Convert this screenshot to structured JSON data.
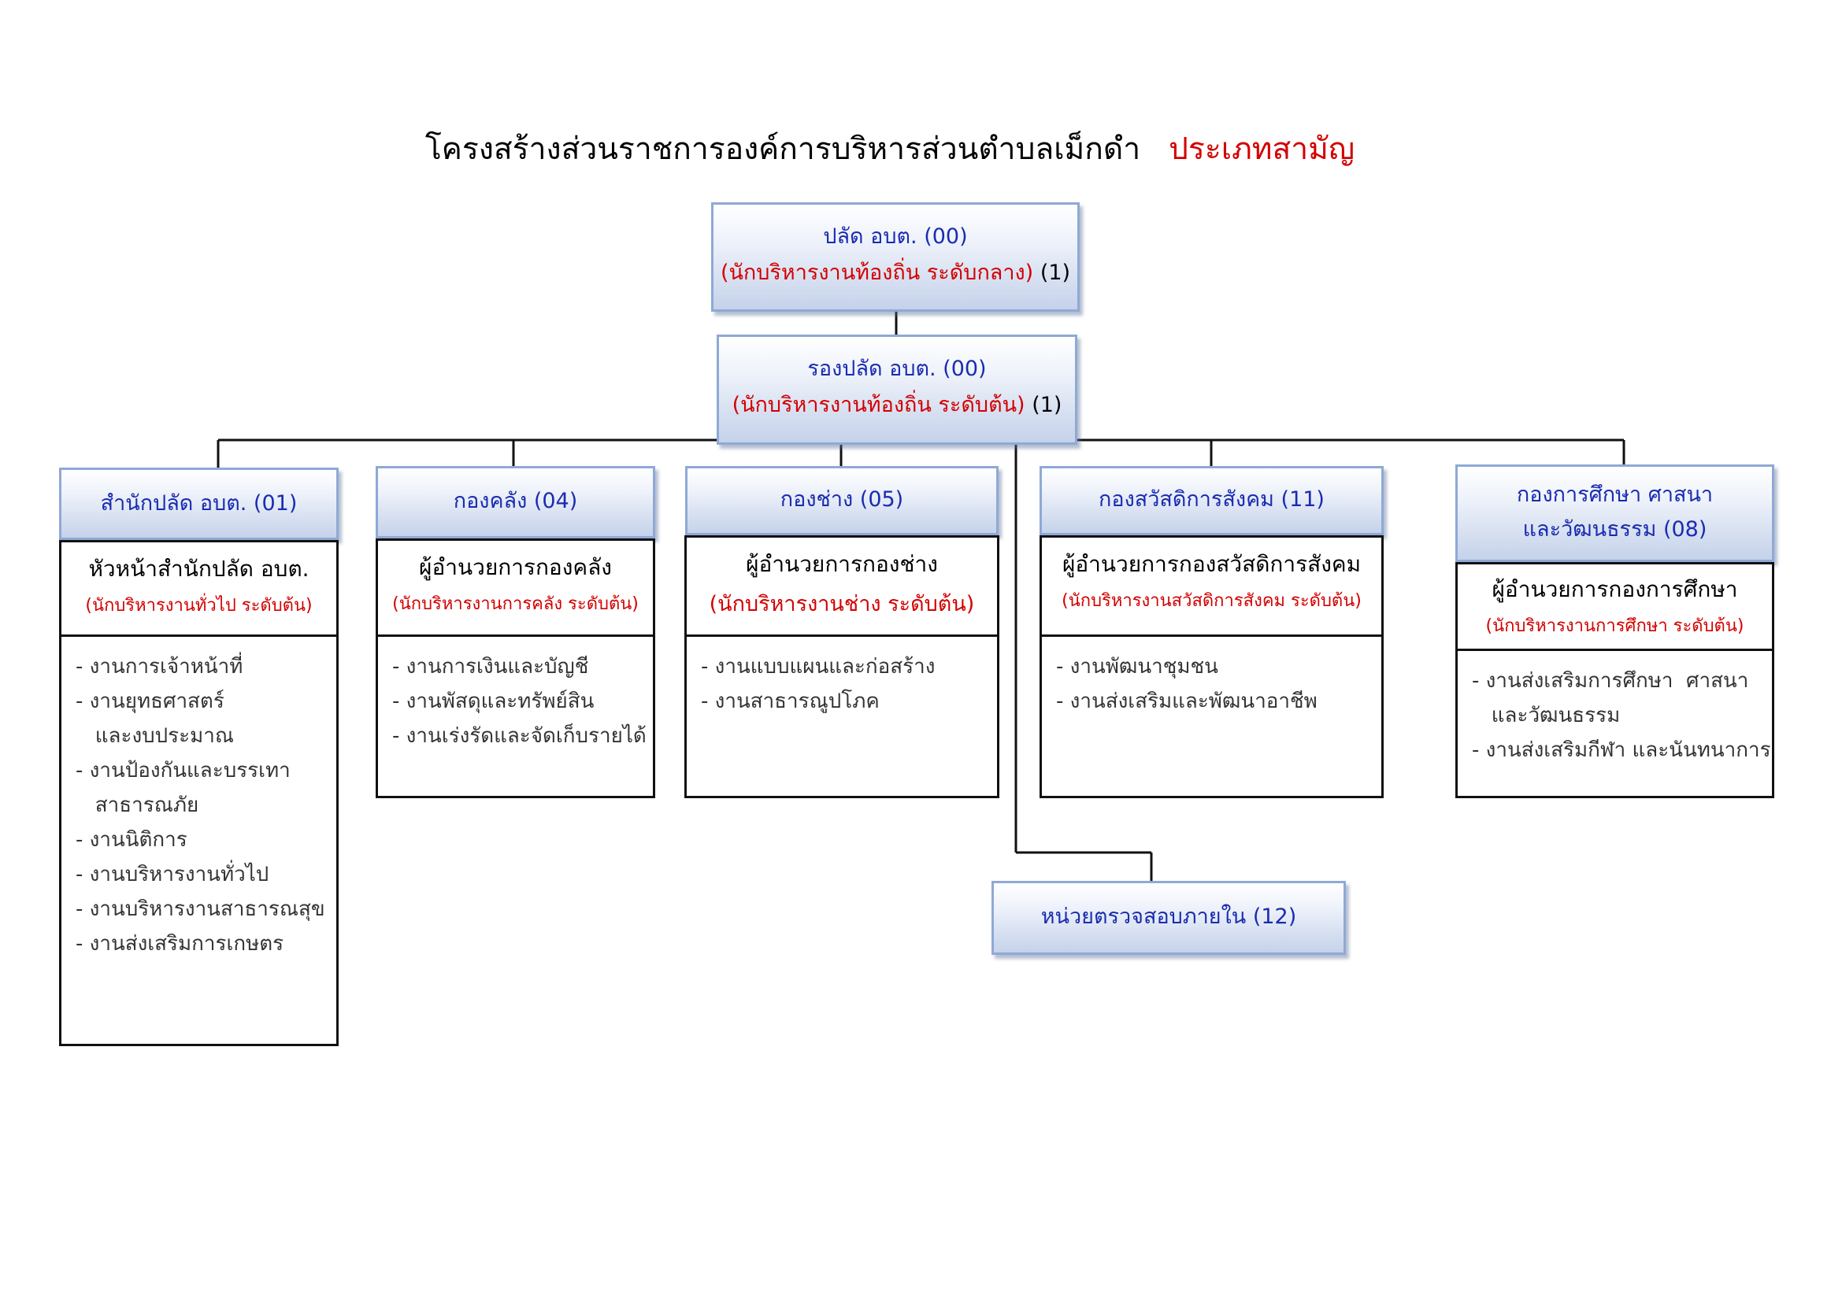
{
  "title": {
    "main": "โครงสร้างส่วนราชการองค์การบริหารส่วนตำบลเม็กดำ",
    "type": "ประเภทสามัญ"
  },
  "top": {
    "chief": {
      "title": "ปลัด  อบต. (00)",
      "subtitle": "(นักบริหารงานท้องถิ่น ระดับกลาง)",
      "count": "(1)"
    },
    "deputy": {
      "title": "รองปลัด  อบต. (00)",
      "subtitle": "(นักบริหารงานท้องถิ่น ระดับต้น)",
      "count": "(1)"
    }
  },
  "units": [
    {
      "name": "สำนักปลัด อบต. (01)",
      "head": "หัวหน้าสำนักปลัด อบต.",
      "head_level": "(นักบริหารงานทั่วไป ระดับต้น)",
      "tasks": [
        "- งานการเจ้าหน้าที่",
        "- งานยุทธศาสตร์",
        "   และงบประมาณ",
        "- งานป้องกันและบรรเทา",
        "   สาธารณภัย",
        "- งานนิติการ",
        "- งานบริหารงานทั่วไป",
        "- งานบริหารงานสาธารณสุข",
        "- งานส่งเสริมการเกษตร"
      ]
    },
    {
      "name": "กองคลัง (04)",
      "head": "ผู้อำนวยการกองคลัง",
      "head_level": "(นักบริหารงานการคลัง ระดับต้น)",
      "tasks": [
        "- งานการเงินและบัญชี",
        "- งานพัสดุและทรัพย์สิน",
        "- งานเร่งรัดและจัดเก็บรายได้"
      ]
    },
    {
      "name": "กองช่าง (05)",
      "head": "ผู้อำนวยการกองช่าง",
      "head_level": "(นักบริหารงานช่าง ระดับต้น)",
      "tasks": [
        "- งานแบบแผนและก่อสร้าง",
        "- งานสาธารณูปโภค"
      ]
    },
    {
      "name": "กองสวัสดิการสังคม (11)",
      "head": "ผู้อำนวยการกองสวัสดิการสังคม",
      "head_level": "(นักบริหารงานสวัสดิการสังคม ระดับต้น)",
      "tasks": [
        "- งานพัฒนาชุมชน",
        "- งานส่งเสริมและพัฒนาอาชีพ"
      ]
    },
    {
      "name_line1": "กองการศึกษา ศาสนา",
      "name_line2": "และวัฒนธรรม (08)",
      "head": "ผู้อำนวยการกองการศึกษา",
      "head_level": "(นักบริหารงานการศึกษา ระดับต้น)",
      "tasks": [
        "- งานส่งเสริมการศึกษา  ศาสนา",
        "   และวัฒนธรรม",
        "- งานส่งเสริมกีฬา และนันทนาการ"
      ]
    }
  ],
  "audit": {
    "name": "หน่วยตรวจสอบภายใน (12)"
  },
  "colors": {
    "header_text": "#1a2cb0",
    "level_text": "#d40000",
    "header_border": "#8fa9d6"
  }
}
